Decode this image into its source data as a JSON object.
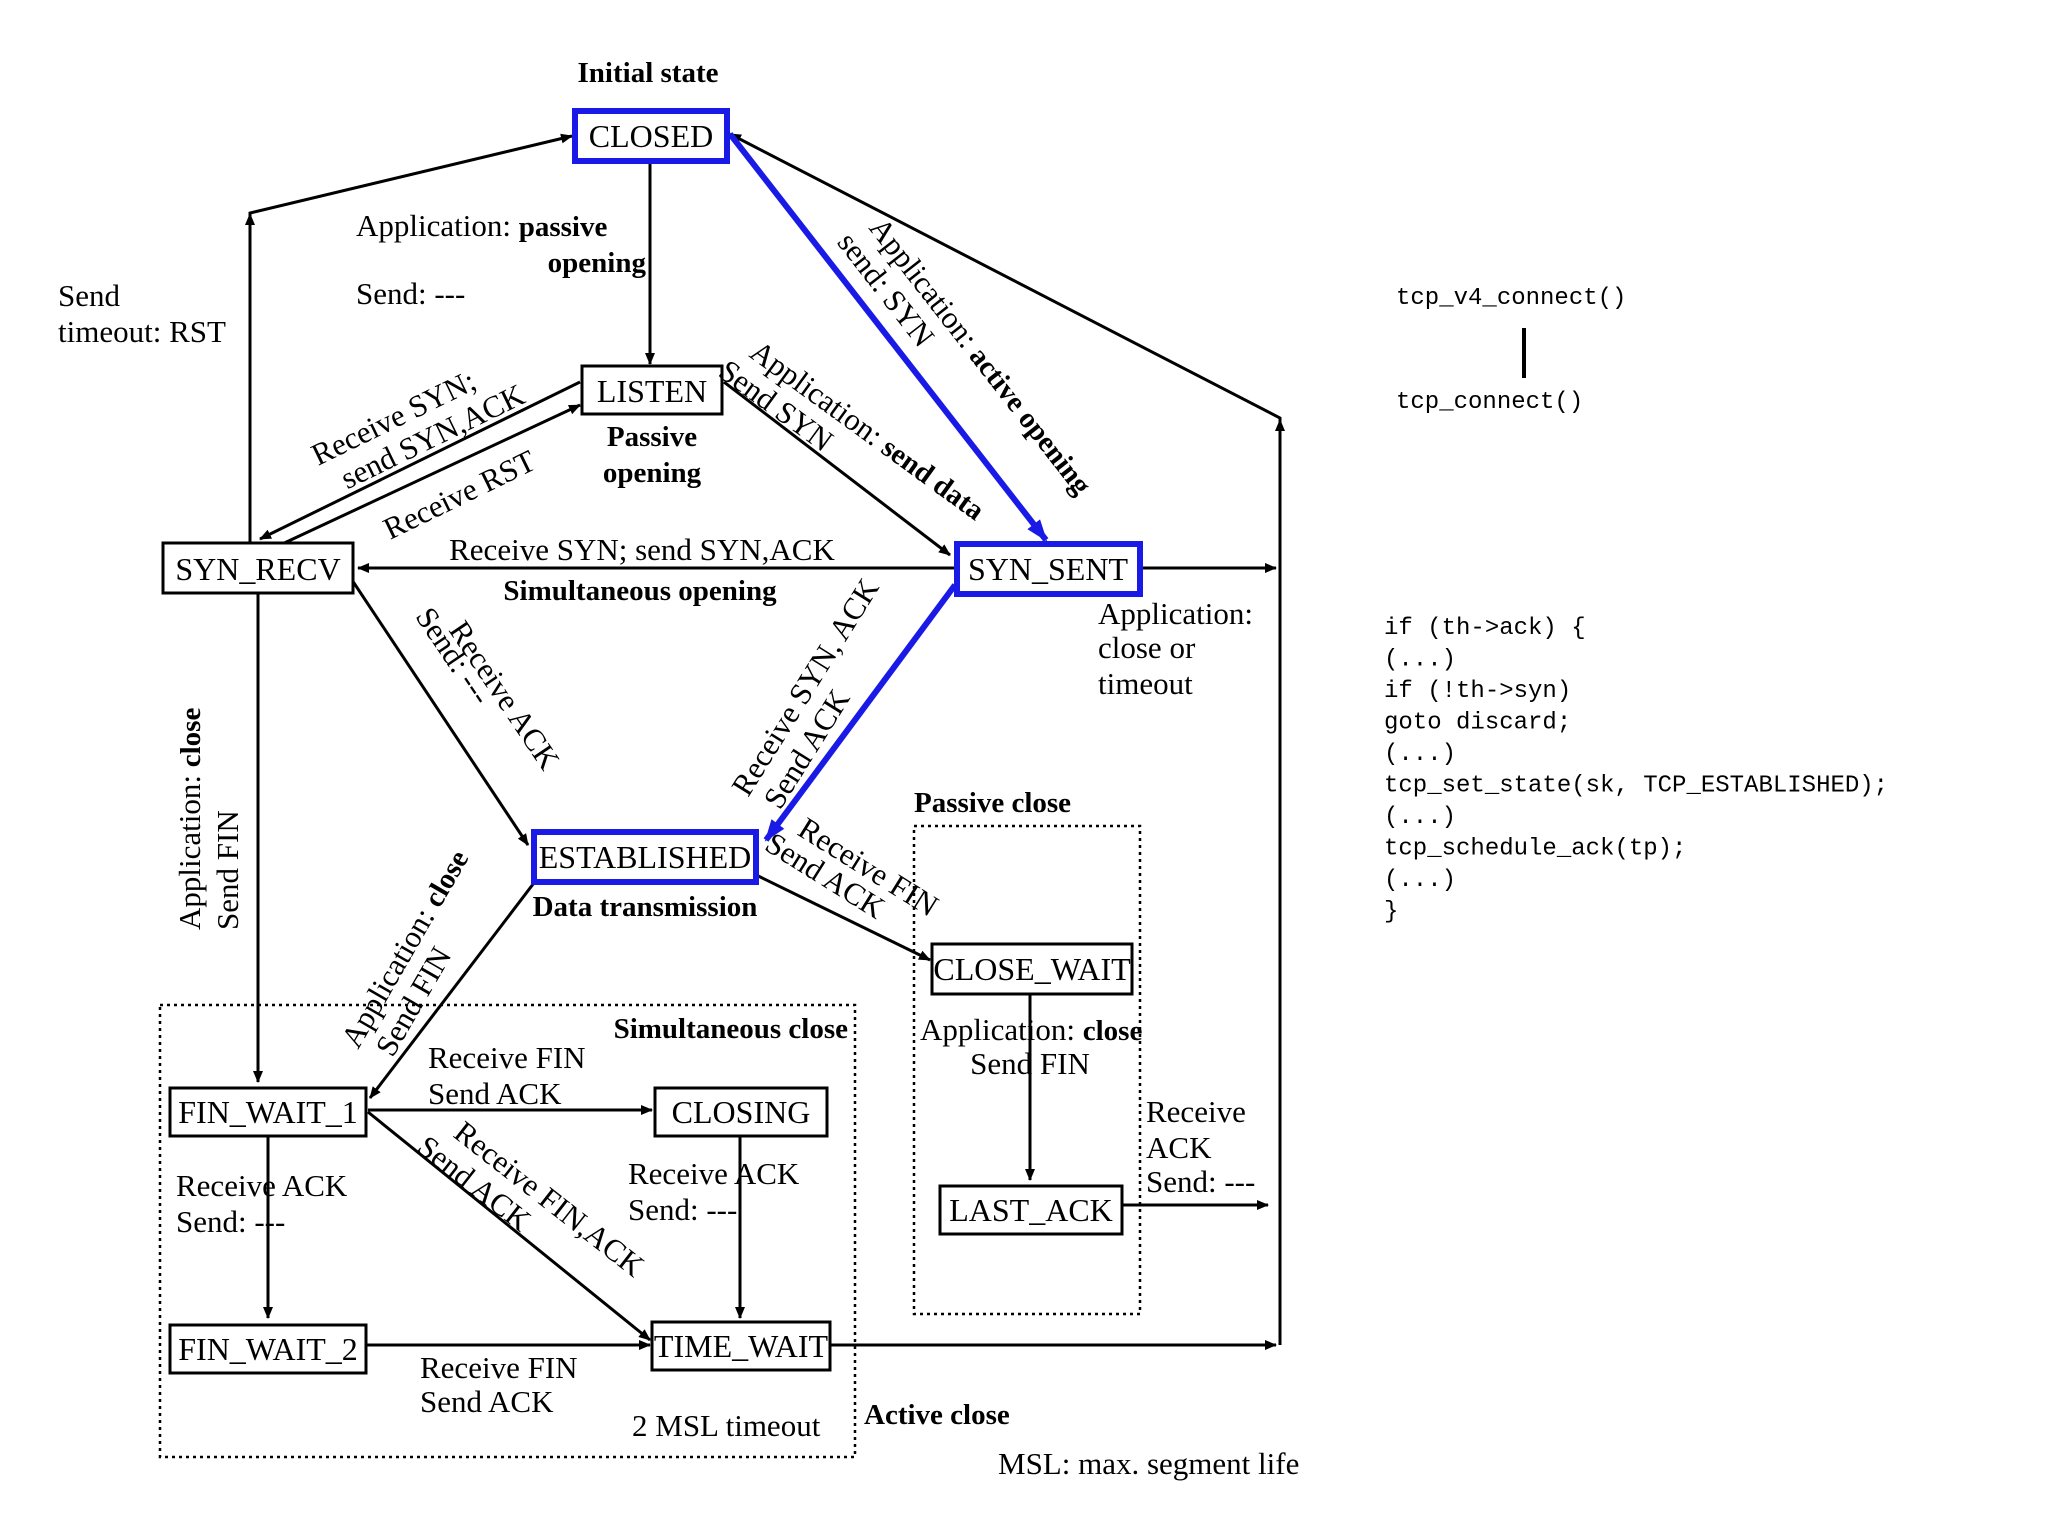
{
  "colors": {
    "highlight": "#1a1ae6",
    "line": "#000000"
  },
  "states": {
    "closed": "CLOSED",
    "listen": "LISTEN",
    "syn_recv": "SYN_RECV",
    "syn_sent": "SYN_SENT",
    "established": "ESTABLISHED",
    "close_wait": "CLOSE_WAIT",
    "fin_wait_1": "FIN_WAIT_1",
    "closing": "CLOSING",
    "last_ack": "LAST_ACK",
    "fin_wait_2": "FIN_WAIT_2",
    "time_wait": "TIME_WAIT"
  },
  "labels": {
    "initial_state": "Initial state",
    "passive_open_app": "Application:",
    "passive_open_bold1": "passive",
    "passive_open_bold2": "opening",
    "passive_open_send": "Send: ---",
    "send_timeout_1": "Send",
    "send_timeout_2": "timeout: RST",
    "active_open_1": "Application: active opening",
    "active_open_2": "send: SYN",
    "recv_syn_1": "Receive SYN;",
    "recv_syn_2": "send SYN,ACK",
    "recv_rst": "Receive RST",
    "passive_opening_1": "Passive",
    "passive_opening_2": "opening",
    "send_data_1": "Application: send data",
    "send_data_2": "Send SYN",
    "simul_open_1": "Receive SYN; send SYN,ACK",
    "simul_open_2": "Simultaneous opening",
    "close_timeout_1": "Application:",
    "close_timeout_2": "close or",
    "close_timeout_3": "timeout",
    "recv_ack_1": "Receive ACK",
    "recv_ack_2": "Send: ---",
    "recv_synack_1": "Receive SYN, ACK",
    "recv_synack_2": "Send ACK",
    "app_close_left_1": "Application: close",
    "app_close_left_2": "Send FIN",
    "passive_close": "Passive close",
    "data_transmission": "Data transmission",
    "recv_fin_1": "Receive FIN",
    "recv_fin_2": "Send ACK",
    "app_close_est_1": "Application: close",
    "app_close_est_2": "Send FIN",
    "simultaneous_close": "Simultaneous close",
    "fw1_recv_fin_1": "Receive FIN",
    "fw1_recv_fin_2": "Send ACK",
    "app_close_cw_1": "Application: close",
    "app_close_cw_2": "Send FIN",
    "fw1_recv_ack_1": "Receive ACK",
    "fw1_recv_ack_2": "Send: ---",
    "closing_recv_ack_1": "Receive ACK",
    "closing_recv_ack_2": "Send: ---",
    "fw1_recv_finack_1": "Receive FIN,ACK",
    "fw1_recv_finack_2": "Send ACK",
    "la_recv_ack_1": "Receive",
    "la_recv_ack_2": "ACK",
    "la_recv_ack_3": "Send: ---",
    "fw2_recv_fin_1": "Receive FIN",
    "fw2_recv_fin_2": "Send ACK",
    "msl_timeout": "2 MSL timeout",
    "active_close": "Active close",
    "msl_def": "MSL: max. segment life"
  },
  "code": {
    "fn_top": "tcp_v4_connect()",
    "fn_bottom": "tcp_connect()",
    "lines": [
      "if (th->ack) {",
      "   (...)",
      "   if (!th->syn)",
      "           goto discard;",
      "   (...)",
      "   tcp_set_state(sk, TCP_ESTABLISHED);",
      "   (...)",
      "   tcp_schedule_ack(tp);",
      "   (...)",
      "}"
    ]
  }
}
